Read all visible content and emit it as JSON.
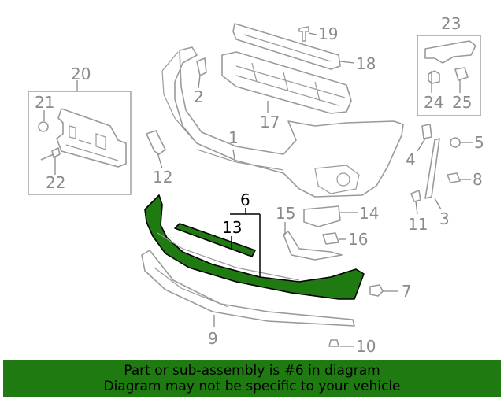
{
  "diagram": {
    "highlight_color": "#1f7a12",
    "highlighted_part": "6",
    "callouts": {
      "c1": "1",
      "c2": "2",
      "c3": "3",
      "c4": "4",
      "c5": "5",
      "c6": "6",
      "c7": "7",
      "c8": "8",
      "c9": "9",
      "c10": "10",
      "c11": "11",
      "c12": "12",
      "c13": "13",
      "c14": "14",
      "c15": "15",
      "c16": "16",
      "c17": "17",
      "c18": "18",
      "c19": "19",
      "c20": "20",
      "c21": "21",
      "c22": "22",
      "c23": "23",
      "c24": "24",
      "c25": "25"
    }
  },
  "banner": {
    "line1": "Part or sub-assembly is #6 in diagram",
    "line2": "Diagram may not be specific to your vehicle"
  }
}
